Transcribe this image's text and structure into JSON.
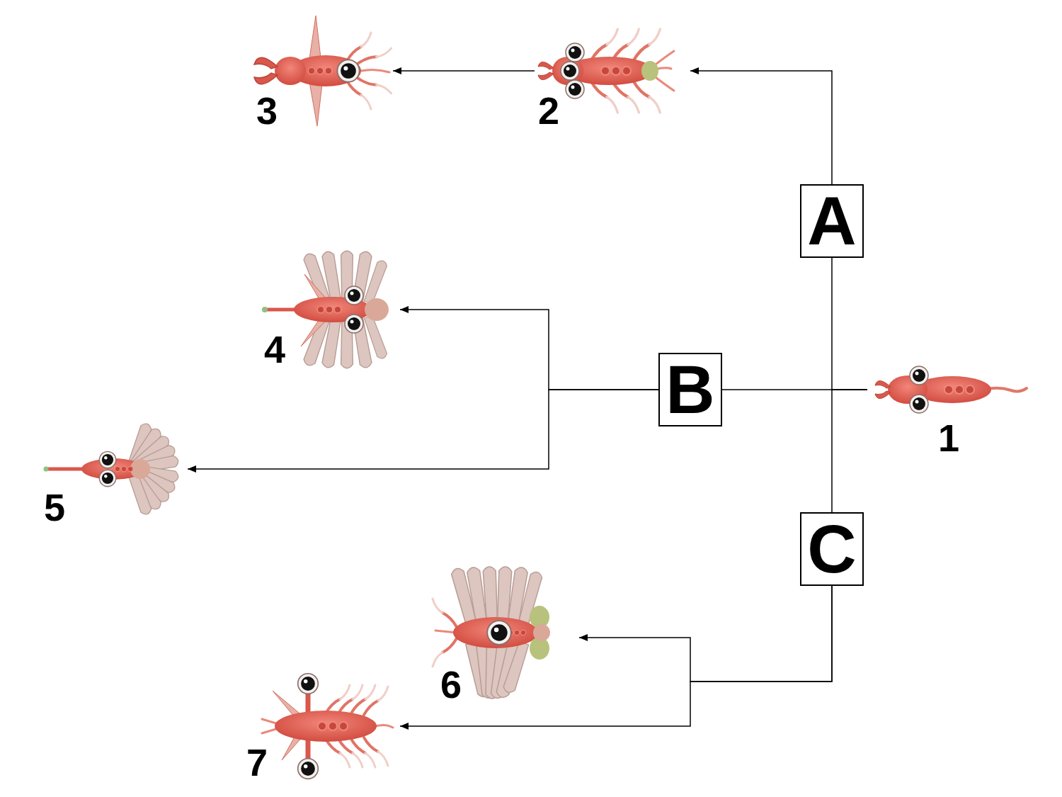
{
  "diagram": {
    "nodes": [
      {
        "text": [
          "3"
        ]
      },
      {
        "text": [
          "2"
        ]
      },
      {
        "text": [
          "A"
        ]
      },
      {
        "text": [
          "4"
        ]
      },
      {
        "text": [
          "B"
        ]
      },
      {
        "text": [
          "1"
        ]
      },
      {
        "text": [
          "5"
        ]
      },
      {
        "text": [
          "C"
        ]
      },
      {
        "text": [
          "6"
        ]
      },
      {
        "text": [
          "7"
        ]
      }
    ],
    "edges": [
      {
        "from": 5,
        "to": 4,
        "arrow": "none"
      },
      {
        "from": 5,
        "to": 2,
        "arrow": "none"
      },
      {
        "from": 5,
        "to": 7,
        "arrow": "none"
      },
      {
        "from": 2,
        "to": 1,
        "arrow": "to"
      },
      {
        "from": 1,
        "to": 0,
        "arrow": "to"
      },
      {
        "from": 4,
        "to": 3,
        "arrow": "to"
      },
      {
        "from": 4,
        "to": 6,
        "arrow": "to"
      },
      {
        "from": 7,
        "to": 8,
        "arrow": "to"
      },
      {
        "from": 7,
        "to": 9,
        "arrow": "to"
      }
    ]
  }
}
